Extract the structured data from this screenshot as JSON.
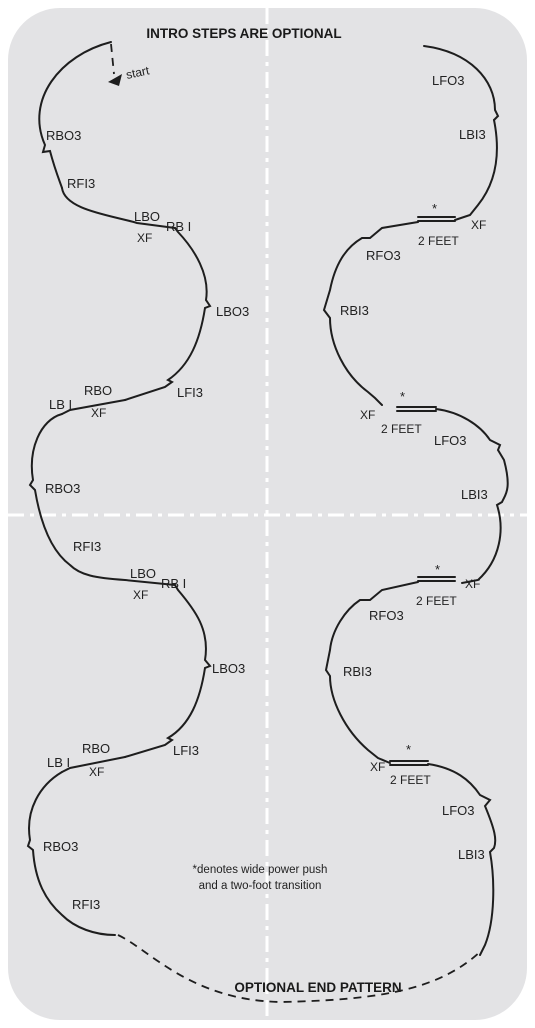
{
  "diagram": {
    "top_title": "INTRO STEPS ARE OPTIONAL",
    "bottom_title": "OPTIONAL END PATTERN",
    "start_label": "start",
    "footnote_line1": "*denotes wide power push",
    "footnote_line2": "and a two-foot transition",
    "marker": "*",
    "two_feet": "2 FEET",
    "colors": {
      "rink": "#e3e3e5",
      "trace": "#1e1e1e",
      "centerline": "#ffffff"
    },
    "left_labels": {
      "l1": "RBO3",
      "l2": "RFI3",
      "l3": "LBO",
      "l4": "RB I",
      "l5": "XF",
      "l6": "LBO3",
      "l7": "LFI3",
      "l8": "RBO",
      "l9": "LB I",
      "l10": "XF",
      "l11": "RBO3",
      "l12": "RFI3",
      "l13": "LBO",
      "l14": "RB I",
      "l15": "XF",
      "l16": "LBO3",
      "l17": "LFI3",
      "l18": "RBO",
      "l19": "LB I",
      "l20": "XF",
      "l21": "RBO3",
      "l22": "RFI3"
    },
    "right_labels": {
      "r1": "LFO3",
      "r2": "LBI3",
      "r3": "XF",
      "r4": "RFO3",
      "r5": "RBI3",
      "r6": "XF",
      "r7": "LFO3",
      "r8": "LBI3",
      "r9": "XF",
      "r10": "RFO3",
      "r11": "RBI3",
      "r12": "XF",
      "r13": "LFO3",
      "r14": "LBI3"
    }
  }
}
